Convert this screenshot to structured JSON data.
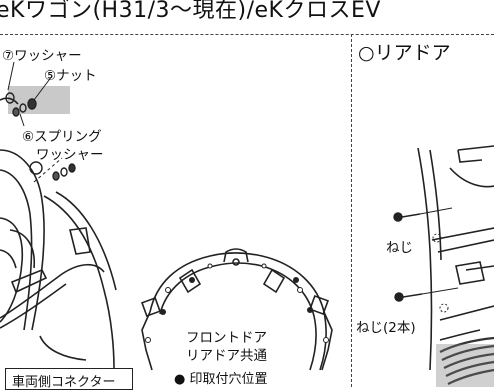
{
  "header": {
    "title": "eKワゴン(H31/3～現在)/eKクロスEV"
  },
  "left_panel": {
    "labels": {
      "washer": "⑦ワッシャー",
      "nut": "⑤ナット",
      "spring_washer_line1": "⑥スプリング",
      "spring_washer_line2": "ワッシャー"
    },
    "callout": {
      "line1": "フロントドア",
      "line2": "リアドア共通"
    },
    "vehicle_connector": "車両側コネクター",
    "legend": {
      "marker": "●",
      "text": "印取付穴位置"
    }
  },
  "right_panel": {
    "title": "○リアドア",
    "screw_label": "ねじ",
    "screw_label_2": "ねじ(2本)"
  }
}
